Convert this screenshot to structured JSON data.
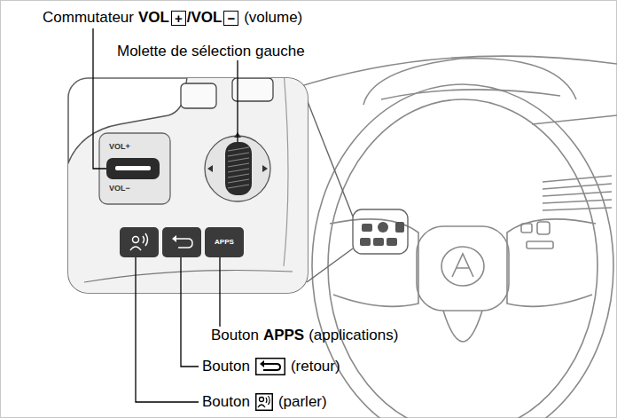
{
  "diagram": {
    "labels": [
      "Commutateur",
      "VOL",
      "+",
      "/VOL",
      "−",
      "(volume)",
      "Molette de sélection gauche",
      "VOL+",
      "VOL−",
      "APPS",
      "Bouton",
      "APPS",
      "(applications)",
      "Bouton",
      "(retour)",
      "Bouton",
      "(parler)"
    ]
  }
}
